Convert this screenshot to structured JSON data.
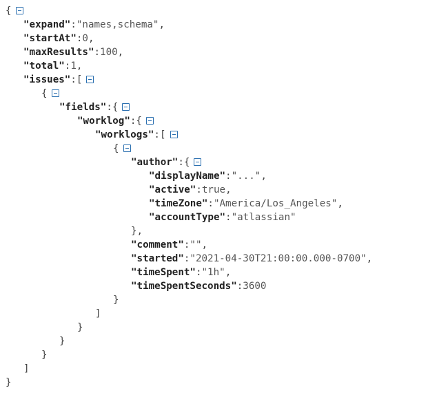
{
  "json_viewer": {
    "expand_key": "\"expand\"",
    "expand_value": "\"names,schema\"",
    "startAt_key": "\"startAt\"",
    "startAt_value": "0",
    "maxResults_key": "\"maxResults\"",
    "maxResults_value": "100",
    "total_key": "\"total\"",
    "total_value": "1",
    "issues_key": "\"issues\"",
    "fields_key": "\"fields\"",
    "worklog_key": "\"worklog\"",
    "worklogs_key": "\"worklogs\"",
    "author_key": "\"author\"",
    "displayName_key": "\"displayName\"",
    "displayName_value": "\"...\"",
    "active_key": "\"active\"",
    "active_value": "true",
    "timeZone_key": "\"timeZone\"",
    "timeZone_value": "\"America/Los_Angeles\"",
    "accountType_key": "\"accountType\"",
    "accountType_value": "\"atlassian\"",
    "comment_key": "\"comment\"",
    "comment_value": "\"\"",
    "started_key": "\"started\"",
    "started_value": "\"2021-04-30T21:00:00.000-0700\"",
    "timeSpent_key": "\"timeSpent\"",
    "timeSpent_value": "\"1h\"",
    "timeSpentSeconds_key": "\"timeSpentSeconds\"",
    "timeSpentSeconds_value": "3600",
    "toggle_icon": "collapse-minus-icon",
    "toggle_color": "#2a6fb0"
  }
}
